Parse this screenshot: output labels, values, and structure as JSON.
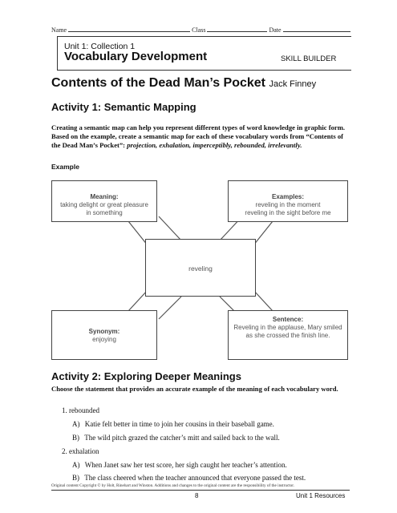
{
  "header": {
    "name_label": "Name",
    "class_label": "Class",
    "date_label": "Date"
  },
  "collection": "Unit 1: Collection 1",
  "section_title": "Vocabulary Development",
  "skill_label": "SKILL BUILDER",
  "story": {
    "title": "Contents of the Dead Man’s Pocket",
    "author": "Jack Finney"
  },
  "activity1": {
    "heading": "Activity 1: Semantic Mapping",
    "instructions": "Creating a semantic map can help you represent different types of word knowledge in graphic form. Based on the example, create a semantic map for each of these vocabulary words from “Contents of the Dead Man’s Pocket”:",
    "word_list": "projection, exhalation, imperceptibly, rebounded, irrelevantly.",
    "example_label": "Example",
    "map": {
      "meaning_label": "Meaning:",
      "meaning_text": "taking delight or great pleasure in something",
      "examples_label": "Examples:",
      "examples_line1": "reveling in the moment",
      "examples_line2": "reveling in the sight before me",
      "center_word": "reveling",
      "synonym_label": "Synonym:",
      "synonym_text": "enjoying",
      "sentence_label": "Sentence:",
      "sentence_text": "Reveling in the applause, Mary smiled as she crossed the finish line."
    }
  },
  "activity2": {
    "heading": "Activity 2: Exploring Deeper Meanings",
    "instructions": "Choose the statement that provides an accurate example of the meaning of each vocabulary word.",
    "questions": [
      {
        "num": "1.",
        "word": "rebounded",
        "options": [
          {
            "letter": "A)",
            "text": "Katie felt better in time to join her cousins in their baseball game."
          },
          {
            "letter": "B)",
            "text": "The wild pitch grazed the catcher’s mitt and sailed back to the wall."
          }
        ]
      },
      {
        "num": "2.",
        "word": "exhalation",
        "options": [
          {
            "letter": "A)",
            "text": "When Janet saw her test score, her sigh caught her teacher’s attention."
          },
          {
            "letter": "B)",
            "text": "The class cheered when the teacher announced that everyone passed the test."
          }
        ]
      }
    ]
  },
  "footer": {
    "copyright": "Original content Copyright © by Holt, Rinehart and Winston. Additions and changes to the original content are the responsibility of the instructor.",
    "page_number": "8",
    "resources": "Unit 1 Resources"
  }
}
